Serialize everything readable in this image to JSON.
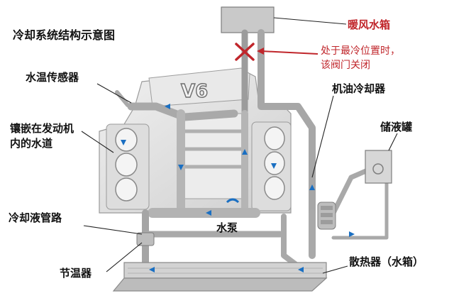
{
  "title": "冷却系统结构示意图",
  "labels": {
    "heater_tank": "暖风水箱",
    "valve_note_line1": "处于最冷位置时，",
    "valve_note_line2": "该阀门关闭",
    "water_temp_sensor": "水温传感器",
    "oil_cooler": "机油冷却器",
    "reservoir": "储液罐",
    "water_jacket_line1": "镶嵌在发动机",
    "water_jacket_line2": "内的水道",
    "coolant_pipe": "冷却液管路",
    "water_pump": "水泵",
    "thermostat": "节温器",
    "radiator": "散热器（水箱）",
    "engine_badge": "V6"
  },
  "colors": {
    "accent_red": "#c0262b",
    "pipe_gray": "#a9a9a9",
    "pipe_light": "#c8c8c8",
    "flow_arrow": "#1a6fc2",
    "engine_fill": "#e4e4e4"
  },
  "icons": {
    "valve_closed": "red-x-icon",
    "flow_direction": "flow-arrow-icon"
  }
}
